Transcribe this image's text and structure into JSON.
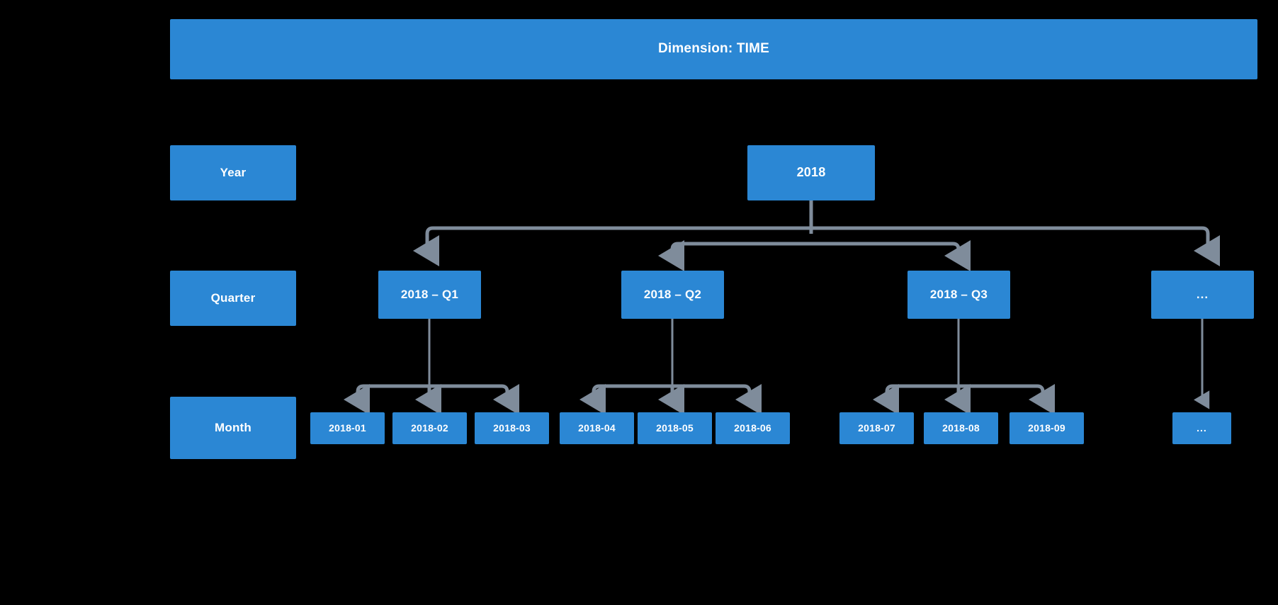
{
  "header": {
    "title": "Dimension: TIME"
  },
  "row_labels": [
    {
      "id": "year",
      "label": "Year"
    },
    {
      "id": "quarter",
      "label": "Quarter"
    },
    {
      "id": "month",
      "label": "Month"
    }
  ],
  "year_nodes": [
    {
      "id": "y2018",
      "label": "2018"
    }
  ],
  "quarter_nodes": [
    {
      "id": "q1",
      "label": "2018 – Q1"
    },
    {
      "id": "q2",
      "label": "2018 – Q2"
    },
    {
      "id": "q3",
      "label": "2018 – Q3"
    },
    {
      "id": "qx",
      "label": "..."
    }
  ],
  "month_nodes": [
    {
      "id": "m01",
      "label": "2018-01"
    },
    {
      "id": "m02",
      "label": "2018-02"
    },
    {
      "id": "m03",
      "label": "2018-03"
    },
    {
      "id": "m04",
      "label": "2018-04"
    },
    {
      "id": "m05",
      "label": "2018-05"
    },
    {
      "id": "m06",
      "label": "2018-06"
    },
    {
      "id": "m07",
      "label": "2018-07"
    },
    {
      "id": "m08",
      "label": "2018-08"
    },
    {
      "id": "m09",
      "label": "2018-09"
    },
    {
      "id": "mx",
      "label": "..."
    }
  ],
  "colors": {
    "background": "#000000",
    "node_fill": "#2b87d4",
    "node_text": "#ffffff",
    "connector": "#7f8c9b"
  },
  "chart_data": {
    "type": "diagram",
    "title": "Dimension: TIME",
    "levels": [
      "Year",
      "Quarter",
      "Month"
    ],
    "nodes": {
      "Year": [
        "2018"
      ],
      "Quarter": [
        "2018 – Q1",
        "2018 – Q2",
        "2018 – Q3",
        "..."
      ],
      "Month": [
        "2018-01",
        "2018-02",
        "2018-03",
        "2018-04",
        "2018-05",
        "2018-06",
        "2018-07",
        "2018-08",
        "2018-09",
        "..."
      ]
    },
    "edges": [
      {
        "from": "2018",
        "to": "2018 – Q1"
      },
      {
        "from": "2018",
        "to": "2018 – Q2"
      },
      {
        "from": "2018",
        "to": "2018 – Q3"
      },
      {
        "from": "2018",
        "to": "..."
      },
      {
        "from": "2018 – Q1",
        "to": "2018-01"
      },
      {
        "from": "2018 – Q1",
        "to": "2018-02"
      },
      {
        "from": "2018 – Q1",
        "to": "2018-03"
      },
      {
        "from": "2018 – Q2",
        "to": "2018-04"
      },
      {
        "from": "2018 – Q2",
        "to": "2018-05"
      },
      {
        "from": "2018 – Q2",
        "to": "2018-06"
      },
      {
        "from": "2018 – Q3",
        "to": "2018-07"
      },
      {
        "from": "2018 – Q3",
        "to": "2018-08"
      },
      {
        "from": "2018 – Q3",
        "to": "2018-09"
      },
      {
        "from": "...",
        "to": "..."
      }
    ]
  }
}
